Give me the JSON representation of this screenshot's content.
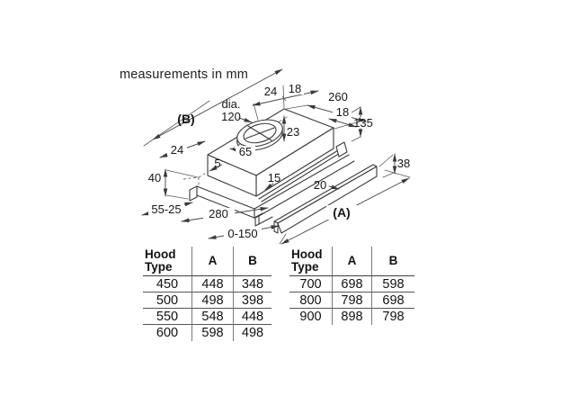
{
  "title": "measurements in mm",
  "drawing": {
    "dims": {
      "b_label": "(B)",
      "a_label": "(A)",
      "top_24": "24",
      "top_18": "18",
      "depth_260": "260",
      "dia_word": "dia.",
      "dia_value": "120",
      "right_18": "18",
      "height_135": "135",
      "offset_23": "23",
      "left_24": "24",
      "lip_5": "5",
      "center_65": "65",
      "left_40": "40",
      "front_15": "15",
      "pullout_20": "20",
      "range_55_25": "55-25",
      "width_280": "280",
      "extend_0_150": "0-150",
      "bar_38": "38"
    }
  },
  "tables": [
    {
      "name": "hood-type-table-small",
      "headers": [
        "Hood Type",
        "A",
        "B"
      ],
      "rows": [
        [
          "450",
          "448",
          "348"
        ],
        [
          "500",
          "498",
          "398"
        ],
        [
          "550",
          "548",
          "448"
        ],
        [
          "600",
          "598",
          "498"
        ]
      ]
    },
    {
      "name": "hood-type-table-large",
      "headers": [
        "Hood Type",
        "A",
        "B"
      ],
      "rows": [
        [
          "700",
          "698",
          "598"
        ],
        [
          "800",
          "798",
          "698"
        ],
        [
          "900",
          "898",
          "798"
        ]
      ]
    }
  ],
  "colors": {
    "line": "#3a3a3a",
    "text": "#161616",
    "background": "#ffffff"
  }
}
